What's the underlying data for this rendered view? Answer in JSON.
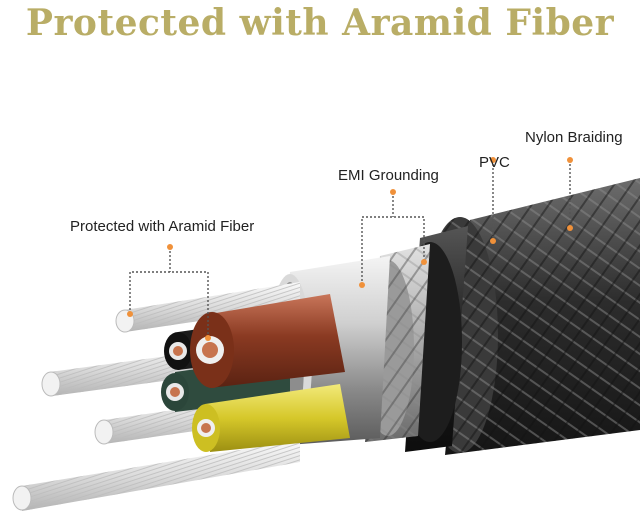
{
  "headline": "Protected with Aramid Fiber",
  "colors": {
    "headline": "#b9ad66",
    "callout_dot": "#f0913a",
    "copper_jacket": "#8a3a22",
    "yellow_jacket": "#d6c82a",
    "braid": "#2f2f2f",
    "aramid": "#e6e6e6"
  },
  "callouts": {
    "aramid": "Protected with Aramid Fiber",
    "emi": "EMI Grounding",
    "pvc": "PVC",
    "nylon": "Nylon Braiding"
  }
}
